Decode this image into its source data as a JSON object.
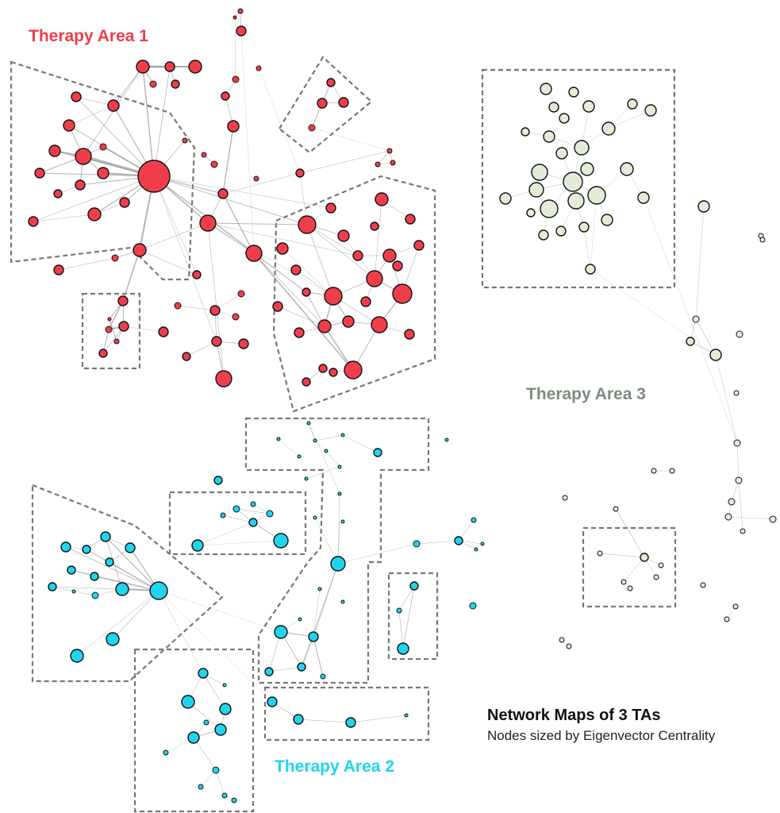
{
  "title": "Network Maps of 3 TAs",
  "subtitle": "Nodes sized by Eigenvector Centrality",
  "areas": [
    {
      "label": "Therapy Area 1",
      "color": "#ef3e4a",
      "node_color": "#ef3e4a"
    },
    {
      "label": "Therapy Area 2",
      "color": "#1fd4ec",
      "node_color": "#1fd4ec"
    },
    {
      "label": "Therapy Area 3",
      "color": "#7f8c7f",
      "node_color": "#e3ecd6"
    }
  ],
  "colors": {
    "edge": "#9a9a9a",
    "node_stroke": "#111111",
    "cluster_border": "#777777"
  }
}
